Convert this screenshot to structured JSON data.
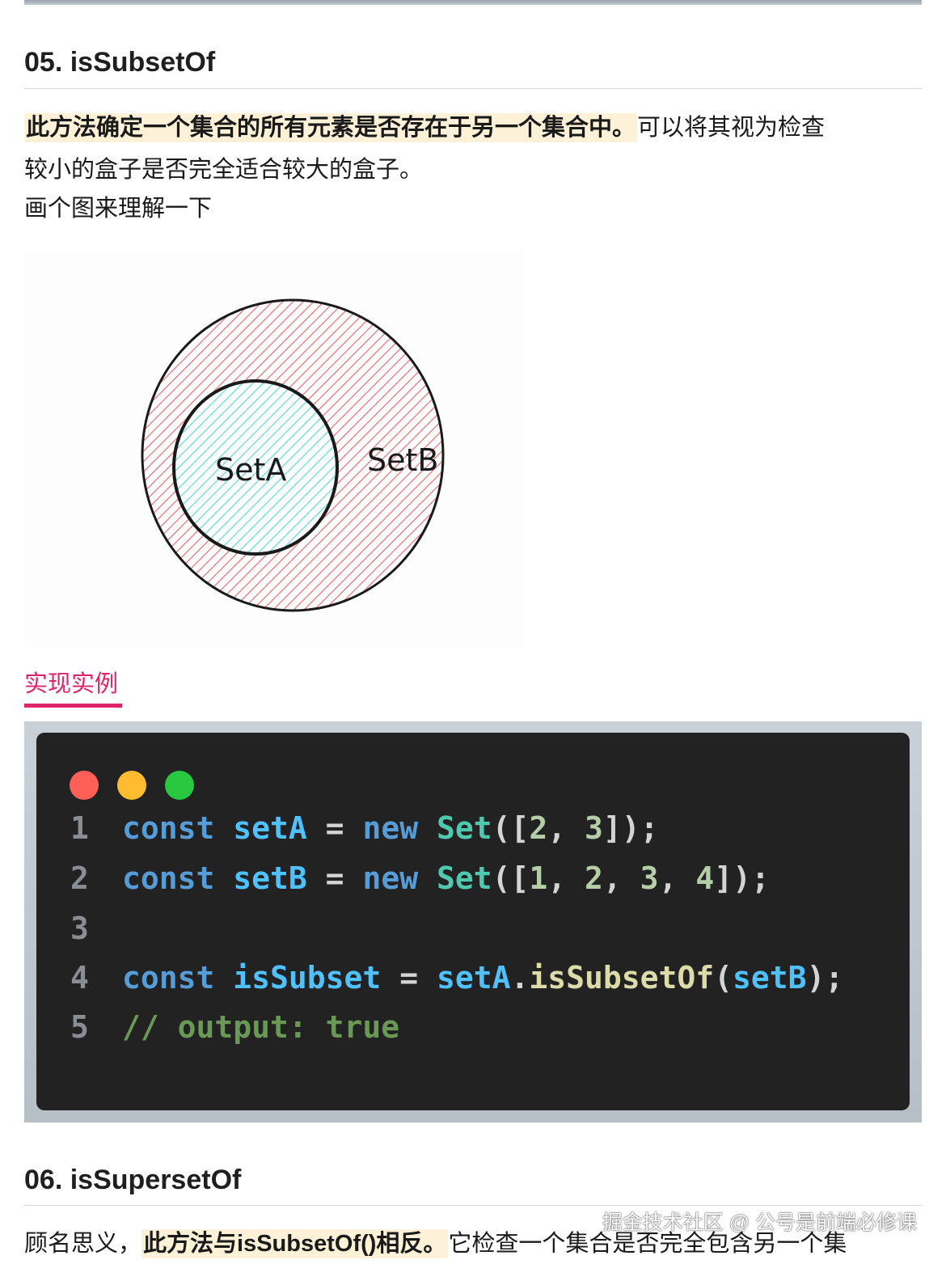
{
  "section05": {
    "title": "05. isSubsetOf",
    "para_highlight": "此方法确定一个集合的所有元素是否存在于另一个集合中。",
    "para_rest1": "可以将其视为检查",
    "para_line2": "较小的盒子是否完全适合较大的盒子。",
    "para_line3": "画个图来理解一下"
  },
  "diagram": {
    "inner_label": "SetA",
    "outer_label": "SetB",
    "inner_color": "#7ee0d6",
    "outer_color": "#e8727e"
  },
  "example_heading": "实现实例",
  "accent_color": "#e0246b",
  "code": {
    "lines": [
      {
        "n": "1",
        "parts": [
          [
            "kw",
            "const "
          ],
          [
            "var",
            "setA"
          ],
          [
            "op",
            " = "
          ],
          [
            "kw",
            "new "
          ],
          [
            "cls",
            "Set"
          ],
          [
            "op",
            "(["
          ],
          [
            "num",
            "2"
          ],
          [
            "op",
            ", "
          ],
          [
            "num",
            "3"
          ],
          [
            "op",
            "]);"
          ]
        ]
      },
      {
        "n": "2",
        "parts": [
          [
            "kw",
            "const "
          ],
          [
            "var",
            "setB"
          ],
          [
            "op",
            " = "
          ],
          [
            "kw",
            "new "
          ],
          [
            "cls",
            "Set"
          ],
          [
            "op",
            "(["
          ],
          [
            "num",
            "1"
          ],
          [
            "op",
            ", "
          ],
          [
            "num",
            "2"
          ],
          [
            "op",
            ", "
          ],
          [
            "num",
            "3"
          ],
          [
            "op",
            ", "
          ],
          [
            "num",
            "4"
          ],
          [
            "op",
            "]);"
          ]
        ]
      },
      {
        "n": "3",
        "parts": []
      },
      {
        "n": "4",
        "parts": [
          [
            "kw",
            "const "
          ],
          [
            "var",
            "isSubset"
          ],
          [
            "op",
            " = "
          ],
          [
            "var",
            "setA"
          ],
          [
            "op",
            "."
          ],
          [
            "fn",
            "isSubsetOf"
          ],
          [
            "op",
            "("
          ],
          [
            "var",
            "setB"
          ],
          [
            "op",
            ");"
          ]
        ]
      },
      {
        "n": "5",
        "parts": [
          [
            "cm",
            "// output: true"
          ]
        ]
      }
    ]
  },
  "section06": {
    "title": "06. isSupersetOf",
    "para_start": "顾名思义，",
    "para_highlight": "此方法与isSubsetOf()相反。",
    "para_rest": "它检查一个集合是否完全包含另一个集"
  },
  "watermark": "掘金技术社区 @ 公号是前端必修课"
}
